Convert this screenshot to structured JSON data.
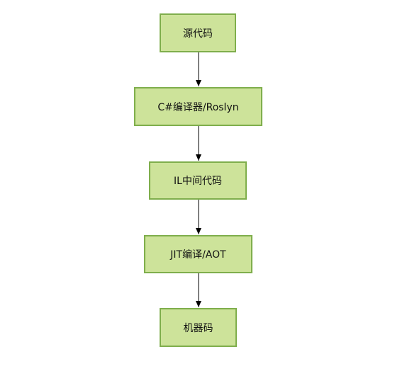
{
  "diagram": {
    "type": "flowchart",
    "direction": "top-to-bottom",
    "colors": {
      "node_fill": "#cde39a",
      "node_border": "#7fae4c",
      "edge": "#000000",
      "text": "#111111"
    },
    "nodes": [
      {
        "id": "n1",
        "label": "源代码"
      },
      {
        "id": "n2",
        "label": "C#编译器/Roslyn"
      },
      {
        "id": "n3",
        "label": "IL中间代码"
      },
      {
        "id": "n4",
        "label": "JIT编译/AOT"
      },
      {
        "id": "n5",
        "label": "机器码"
      }
    ],
    "edges": [
      {
        "from": "n1",
        "to": "n2"
      },
      {
        "from": "n2",
        "to": "n3"
      },
      {
        "from": "n3",
        "to": "n4"
      },
      {
        "from": "n4",
        "to": "n5"
      }
    ]
  }
}
